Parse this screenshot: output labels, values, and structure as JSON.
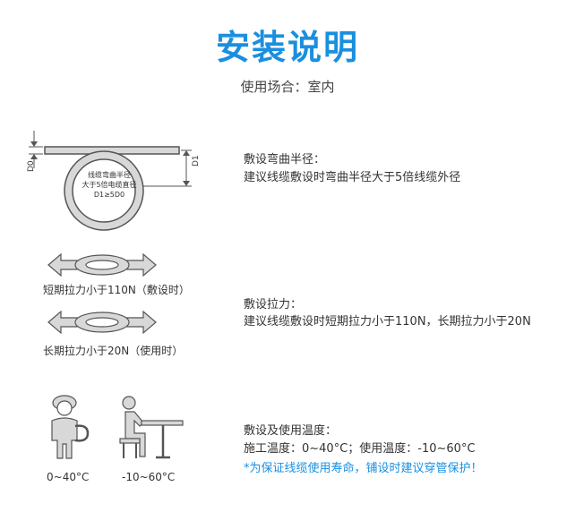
{
  "header": {
    "title": "安装说明",
    "subtitle": "使用场合：室内"
  },
  "bend": {
    "heading": "敷设弯曲半径：",
    "text": "建议线缆敷设时弯曲半径大于5倍线缆外径",
    "ring_line1": "线缆弯曲半径",
    "ring_line2": "大于5倍电缆直径",
    "ring_line3": "D1≥5D0",
    "dim_left": "D0",
    "dim_right": "D1"
  },
  "tension": {
    "heading": "敷设拉力：",
    "text": "建议线缆敷设时短期拉力小于110N，长期拉力小于20N",
    "short_label": "短期拉力小于110N（敷设时）",
    "long_label": "长期拉力小于20N（使用时）"
  },
  "temperature": {
    "heading": "敷设及使用温度：",
    "text": "施工温度：0~40°C；使用温度：-10~60°C",
    "note": "*为保证线缆使用寿命，铺设时建议穿管保护！",
    "worker_label": "0~40°C",
    "user_label": "-10~60°C"
  },
  "colors": {
    "accent": "#1a8fe0",
    "line": "#555555",
    "fill": "#d8d8d8"
  }
}
